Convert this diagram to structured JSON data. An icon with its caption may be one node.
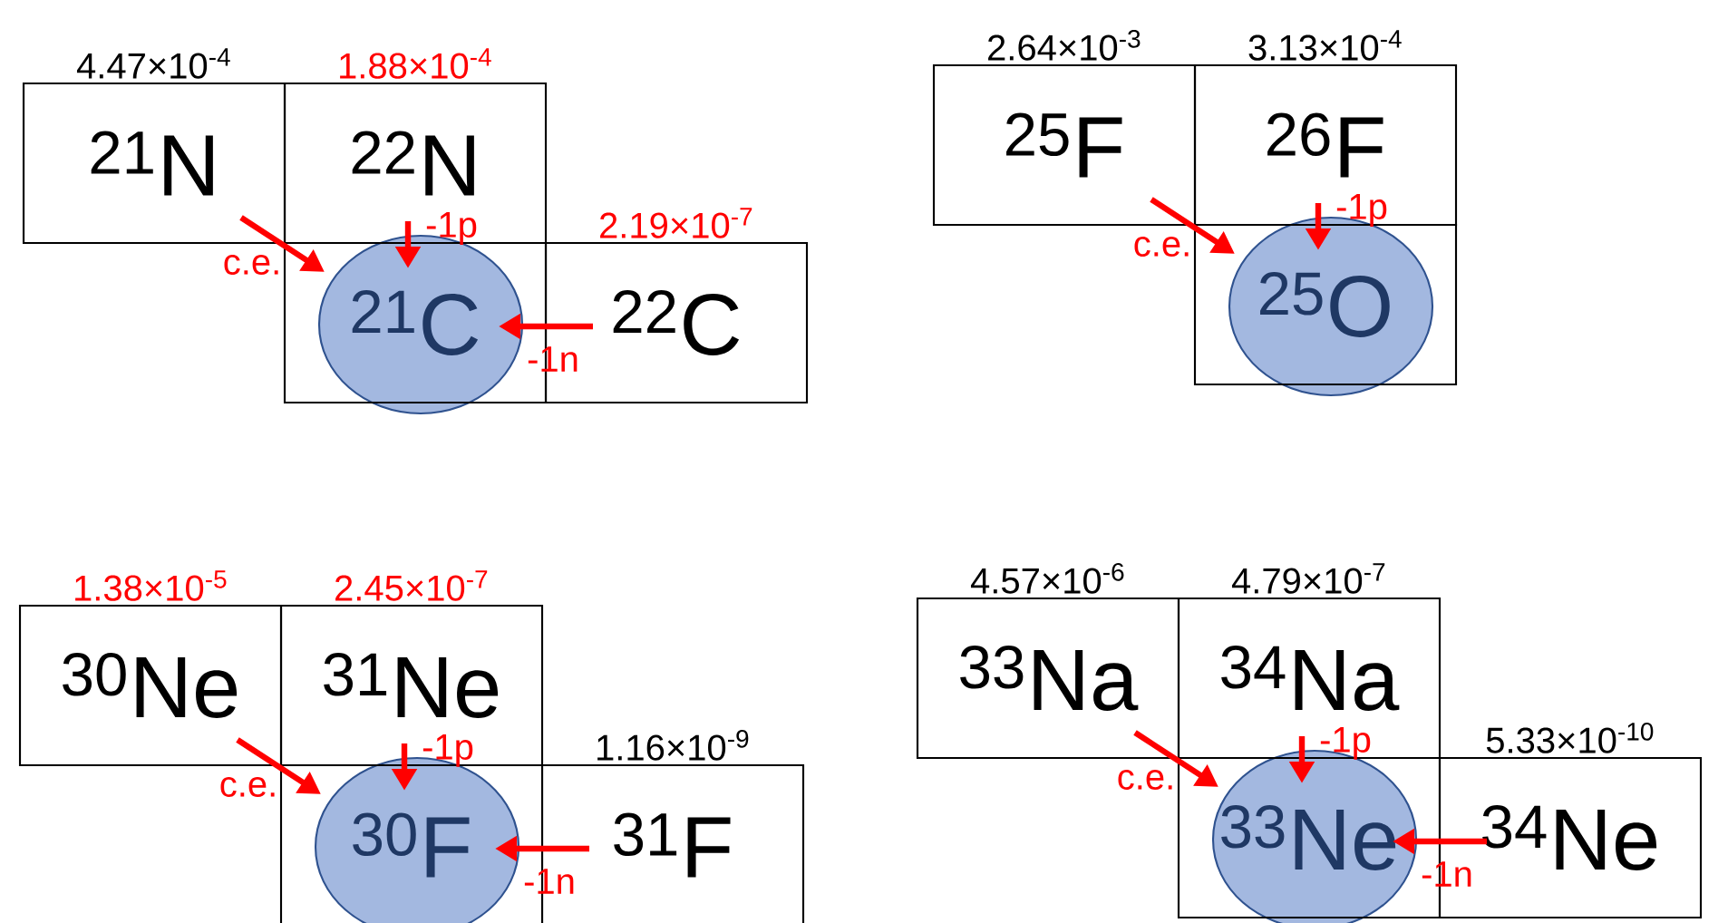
{
  "diagram": {
    "nodes": [
      {
        "text": [
          "$^{21}$N"
        ],
        "beside": [
          "4.47×10$^{-4}$"
        ]
      },
      {
        "text": [
          "$^{22}$N"
        ],
        "beside": [
          "1.88×10$^{-4}$"
        ]
      },
      {
        "text": [
          "$^{21}$C"
        ]
      },
      {
        "text": [
          "$^{22}$C"
        ],
        "beside": [
          "2.19×10$^{-7}$"
        ]
      },
      {
        "text": [
          "$^{25}$F"
        ],
        "beside": [
          "2.64×10$^{-3}$"
        ]
      },
      {
        "text": [
          "$^{26}$F"
        ],
        "beside": [
          "3.13×10$^{-4}$"
        ]
      },
      {
        "text": [
          "$^{25}$O"
        ]
      },
      {
        "text": [
          "$^{30}$Ne"
        ],
        "beside": [
          "1.38×10$^{-5}$"
        ]
      },
      {
        "text": [
          "$^{31}$Ne"
        ],
        "beside": [
          "2.45×10$^{-7}$"
        ]
      },
      {
        "text": [
          "$^{30}$F"
        ]
      },
      {
        "text": [
          "$^{31}$F"
        ],
        "beside": [
          "1.16×10$^{-9}$"
        ]
      },
      {
        "text": [
          "$^{33}$Na"
        ],
        "beside": [
          "4.57×10$^{-6}$"
        ]
      },
      {
        "text": [
          "$^{34}$Na"
        ],
        "beside": [
          "4.79×10$^{-7}$"
        ]
      },
      {
        "text": [
          "$^{33}$Ne"
        ]
      },
      {
        "text": [
          "$^{34}$Ne"
        ],
        "beside": [
          "5.33×10$^{-10}$"
        ]
      }
    ],
    "edges": [
      {
        "from": 0,
        "to": 2,
        "arrow": "to",
        "label": "c.e."
      },
      {
        "from": 1,
        "to": 2,
        "arrow": "to",
        "label": "-1p"
      },
      {
        "from": 3,
        "to": 2,
        "arrow": "to",
        "label": "-1n"
      },
      {
        "from": 4,
        "to": 6,
        "arrow": "to",
        "label": "c.e."
      },
      {
        "from": 5,
        "to": 6,
        "arrow": "to",
        "label": "-1p"
      },
      {
        "from": 7,
        "to": 9,
        "arrow": "to",
        "label": "c.e."
      },
      {
        "from": 8,
        "to": 9,
        "arrow": "to",
        "label": "-1p"
      },
      {
        "from": 10,
        "to": 9,
        "arrow": "to",
        "label": "-1n"
      },
      {
        "from": 11,
        "to": 13,
        "arrow": "to",
        "label": "c.e."
      },
      {
        "from": 12,
        "to": 13,
        "arrow": "to",
        "label": "-1p"
      },
      {
        "from": 14,
        "to": 13,
        "arrow": "to",
        "label": "-1n"
      }
    ]
  }
}
